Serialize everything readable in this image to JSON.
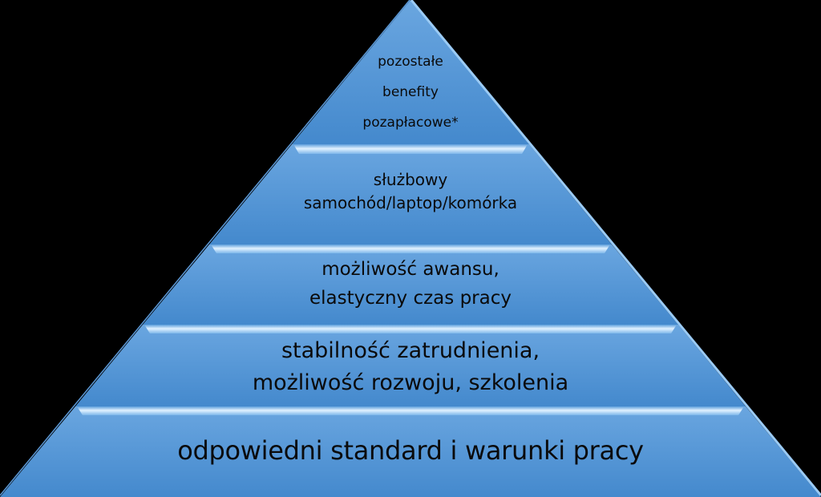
{
  "diagram": {
    "type": "pyramid",
    "background_color": "#000000",
    "fill_color_top": "#6aa6e0",
    "fill_color_bottom": "#3f83c9",
    "highlight_color": "#d6ecff",
    "edge_color": "#8cc3f2",
    "text_color": "#0a0a0a",
    "tiers": [
      {
        "level": 1,
        "position": "bottom",
        "lines": [
          "odpowiedni standard i warunki pracy"
        ]
      },
      {
        "level": 2,
        "lines": [
          "stabilność zatrudnienia,",
          "możliwość rozwoju, szkolenia"
        ]
      },
      {
        "level": 3,
        "lines": [
          "możliwość awansu,",
          "elastyczny czas pracy"
        ]
      },
      {
        "level": 4,
        "lines": [
          "służbowy",
          "samochód/laptop/komórka"
        ]
      },
      {
        "level": 5,
        "position": "top",
        "lines": [
          "pozostałe",
          "benefity",
          "pozapłacowe*"
        ]
      }
    ]
  }
}
